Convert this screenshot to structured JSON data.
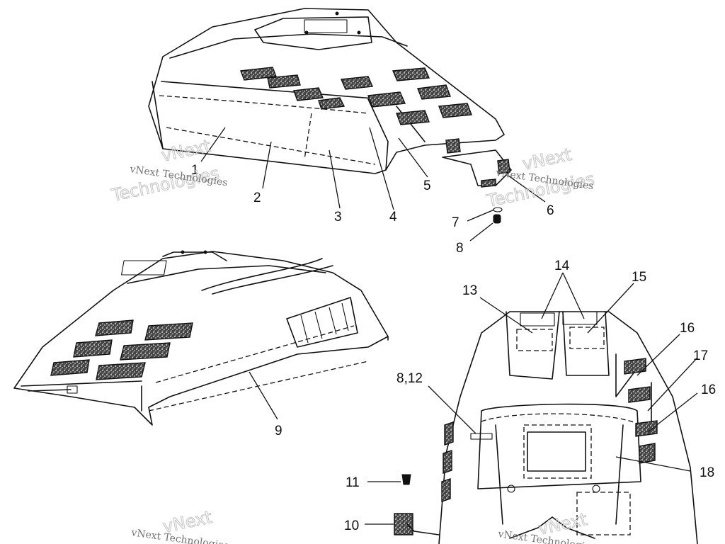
{
  "callouts": {
    "c1": "1",
    "c2": "2",
    "c3": "3",
    "c4": "4",
    "c5": "5",
    "c6": "6",
    "c7": "7",
    "c8": "8",
    "c9": "9",
    "c10": "10",
    "c11": "11",
    "c812": "8,12",
    "c13": "13",
    "c14": "14",
    "c15": "15",
    "c16a": "16",
    "c17": "17",
    "c16b": "16",
    "c18": "18"
  },
  "watermarks": {
    "brand_small": "vNext Technologies",
    "brand_big_top": "vNext",
    "brand_big_bottom": "Technologies"
  }
}
